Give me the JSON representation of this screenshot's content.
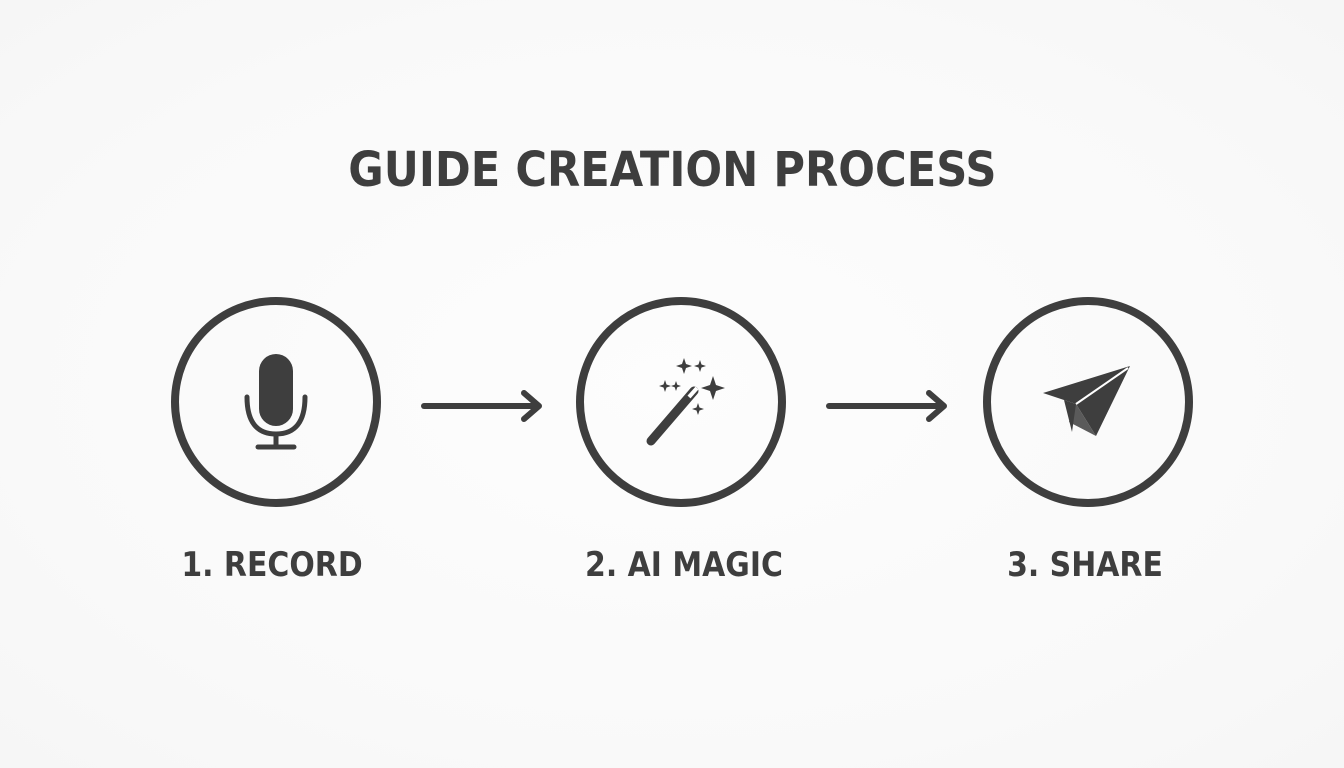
{
  "title": "GUIDE CREATION PROCESS",
  "steps": [
    {
      "label": "1. RECORD",
      "icon": "microphone-icon"
    },
    {
      "label": "2. AI MAGIC",
      "icon": "magic-wand-icon"
    },
    {
      "label": "3. SHARE",
      "icon": "paper-plane-icon"
    }
  ],
  "connectors": [
    "arrow-right-icon",
    "arrow-right-icon"
  ],
  "colors": {
    "ink": "#3e3e3e",
    "background": "#ffffff"
  }
}
